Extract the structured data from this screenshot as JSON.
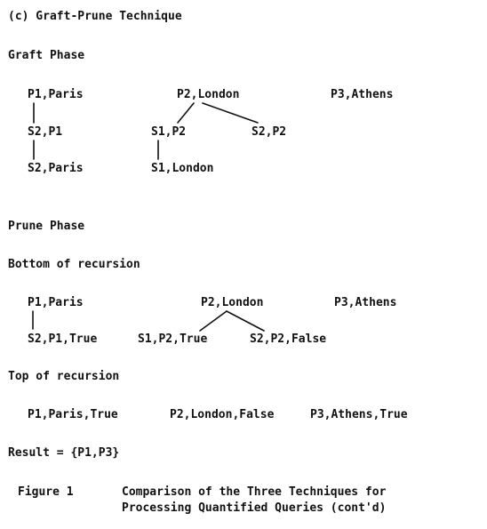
{
  "section_title": "(c) Graft-Prune Technique",
  "graft": {
    "heading": "Graft Phase",
    "row1": [
      "P1,Paris",
      "P2,London",
      "P3,Athens"
    ],
    "row2": [
      "S2,P1",
      "S1,P2",
      "S2,P2"
    ],
    "row3": [
      "S2,Paris",
      "S1,London"
    ]
  },
  "prune": {
    "heading": "Prune Phase",
    "bottom_label": "Bottom of recursion",
    "row1": [
      "P1,Paris",
      "P2,London",
      "P3,Athens"
    ],
    "row2": [
      "S2,P1,True",
      "S1,P2,True",
      "S2,P2,False"
    ],
    "top_label": "Top of recursion",
    "top_row": [
      "P1,Paris,True",
      "P2,London,False",
      "P3,Athens,True"
    ]
  },
  "result": "Result = {P1,P3}",
  "figure": {
    "label": "Figure 1",
    "caption_line1": "Comparison of the Three Techniques for",
    "caption_line2": "Processing Quantified Queries (cont'd)"
  }
}
